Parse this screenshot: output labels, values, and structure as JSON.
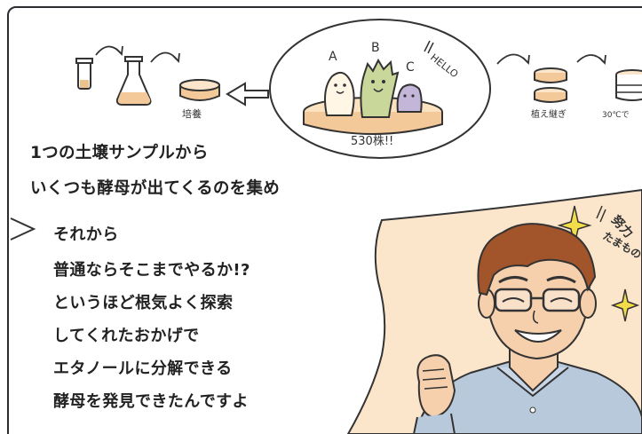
{
  "process": {
    "culture_label": "培養",
    "subculture_label": "植え継ぎ",
    "temp_label": "30℃で",
    "strain_letters": [
      "A",
      "B",
      "C"
    ],
    "greeting": "HELLO",
    "strain_count": "530株!!"
  },
  "caption": {
    "line1": "1つの土壌サンプルから",
    "line2": "いくつも酵母が出てくるのを集め"
  },
  "speech": {
    "lines": [
      "それから",
      "普通ならそこまでやるか!?",
      "というほど根気よく探索",
      "してくれたおかげで",
      "エタノールに分解できる",
      "酵母を発見できたんですよ"
    ]
  },
  "side_note": {
    "line1": "努力",
    "line2": "たまもの"
  },
  "colors": {
    "ink": "#2e2a32",
    "culture": "#f3c99a",
    "yeast": "#c9d89a",
    "face": "#f6cfac",
    "hair": "#a2542b",
    "shirt": "#b8c9dc",
    "sparkle": "#f2dc4a"
  }
}
